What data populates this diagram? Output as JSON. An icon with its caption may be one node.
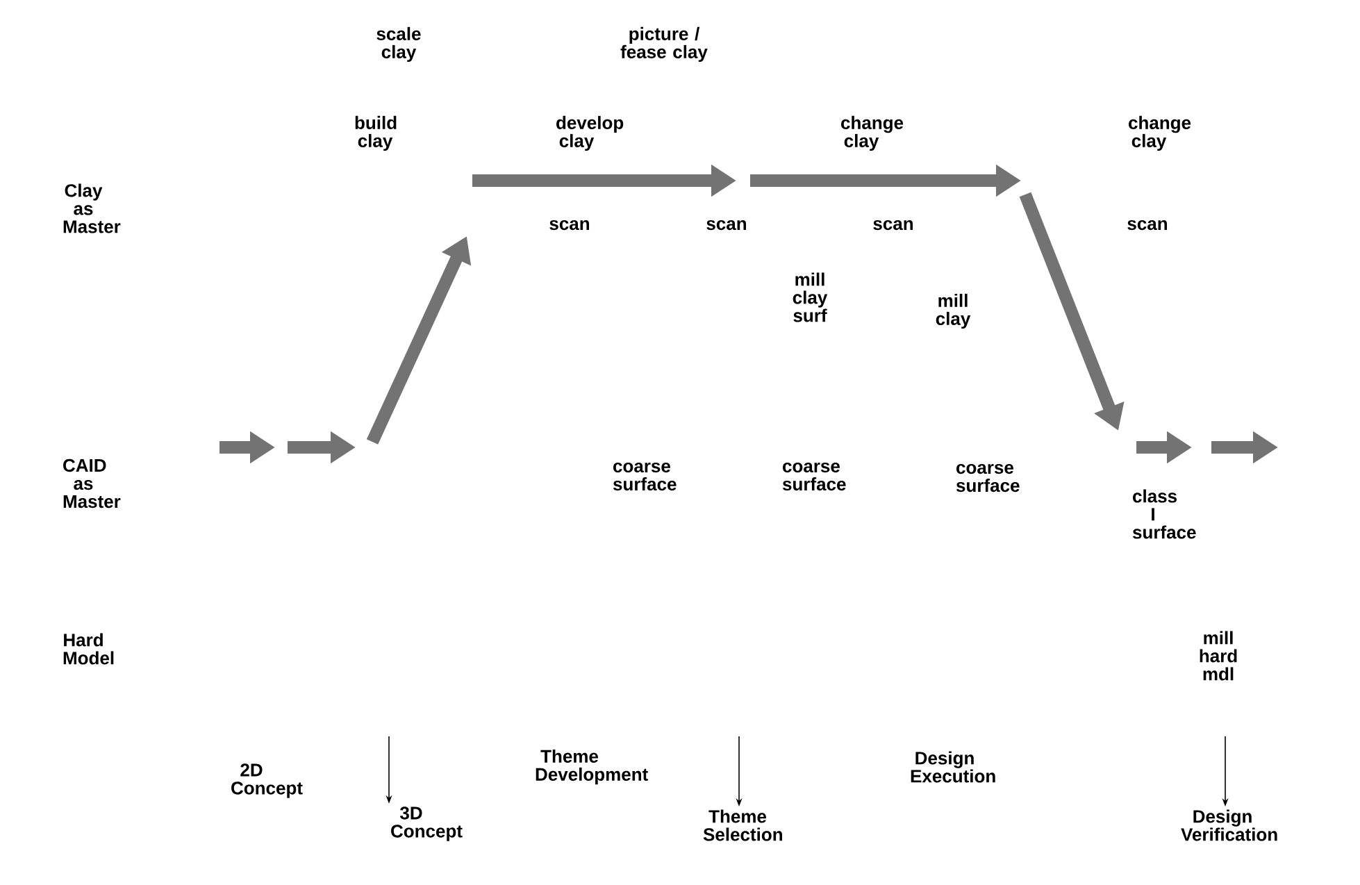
{
  "diagram": {
    "nodes": [
      {
        "text": [
          "2D Concept"
        ]
      },
      {
        "text": [
          "3D Concept"
        ]
      },
      {
        "text": [
          "Theme Development"
        ]
      },
      {
        "text": [
          "Theme Selection"
        ]
      },
      {
        "text": [
          "Design Execution"
        ]
      },
      {
        "text": [
          "Design Verification"
        ]
      }
    ],
    "edges": [
      {
        "from": null,
        "to": 1,
        "arrow": "to"
      },
      {
        "from": null,
        "to": 3,
        "arrow": "to"
      },
      {
        "from": null,
        "to": 5,
        "arrow": "to"
      }
    ],
    "labels": [
      "scale clay",
      "picture / fease clay",
      "build clay",
      "develop clay",
      "change clay",
      "change clay",
      "Clay as Master",
      "scan",
      "scan",
      "scan",
      "scan",
      "mill clay surf",
      "mill clay",
      "CAID as Master",
      "coarse surface",
      "coarse surface",
      "coarse surface",
      "class I surface",
      "Hard Model",
      "mill hard mdl"
    ]
  }
}
